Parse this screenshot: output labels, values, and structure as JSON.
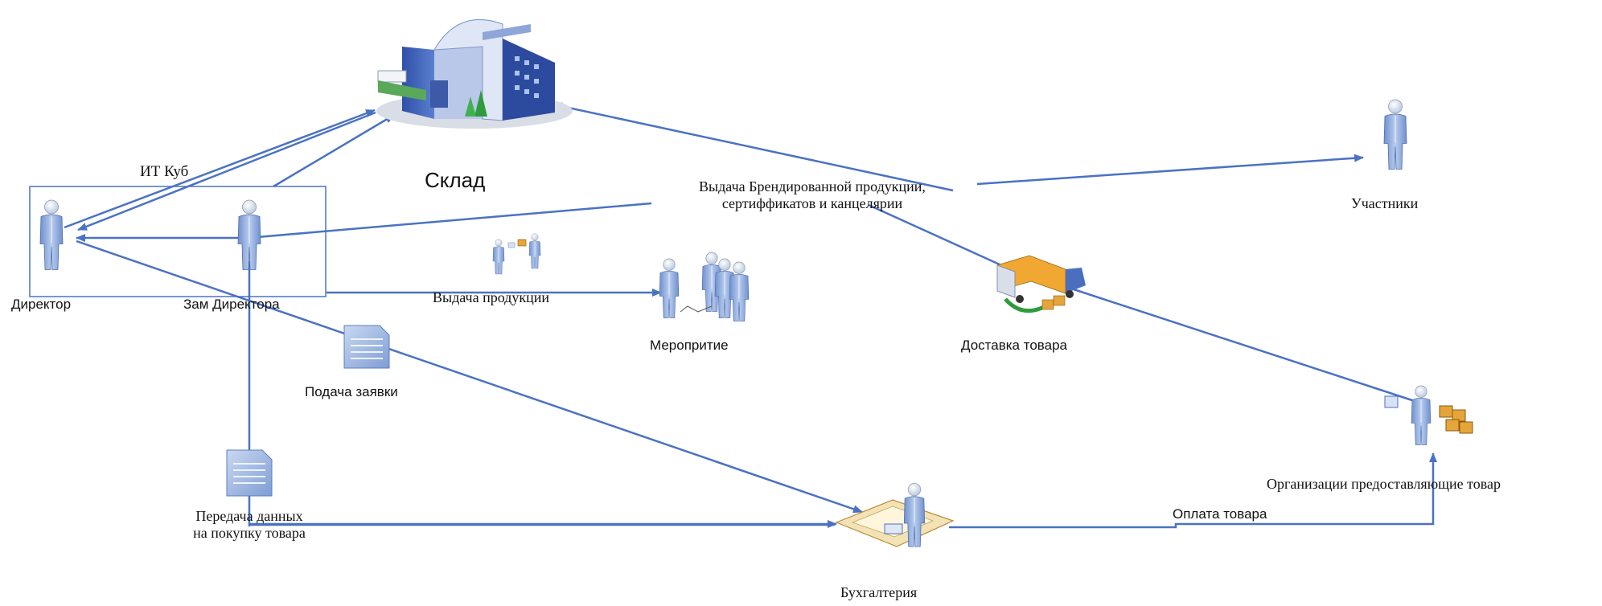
{
  "diagram": {
    "nodes": {
      "warehouse": {
        "label": "Склад",
        "icon": "warehouse-building-icon"
      },
      "group": {
        "label": "ИТ Куб"
      },
      "director": {
        "label": "Директор",
        "icon": "person-icon"
      },
      "deputy": {
        "label": "Зам Директора",
        "icon": "person-icon"
      },
      "participants": {
        "label": "Участники",
        "icon": "person-icon"
      },
      "event": {
        "label": "Меропритие",
        "icon": "group-of-people-icon"
      },
      "delivery": {
        "label": "Доставка товара",
        "icon": "delivery-truck-icon"
      },
      "suppliers": {
        "label": "Организации предоставляющие товар",
        "icon": "supplier-person-with-boxes-icon"
      },
      "accounting": {
        "label": "Бухгалтерия",
        "icon": "accountant-at-desk-icon"
      },
      "application_doc": {
        "label": "Подача заявки",
        "icon": "document-icon"
      },
      "purchase_doc": {
        "label_line1": "Передача данных",
        "label_line2": "на покупку товара",
        "icon": "document-icon"
      },
      "handover": {
        "icon": "handover-people-icon"
      }
    },
    "edges": {
      "branded_issue": {
        "label_line1": "Выдача Брендированной продукции,",
        "label_line2": "сертиффикатов и канцелярии"
      },
      "product_issue": {
        "label": "Выдача продукции"
      },
      "payment": {
        "label": "Оплата товара"
      }
    },
    "colors": {
      "connector": "#4a72c4",
      "person": "#9ab6e4",
      "person_dark": "#5b7fbf",
      "doc": "#8aa6d6"
    }
  }
}
